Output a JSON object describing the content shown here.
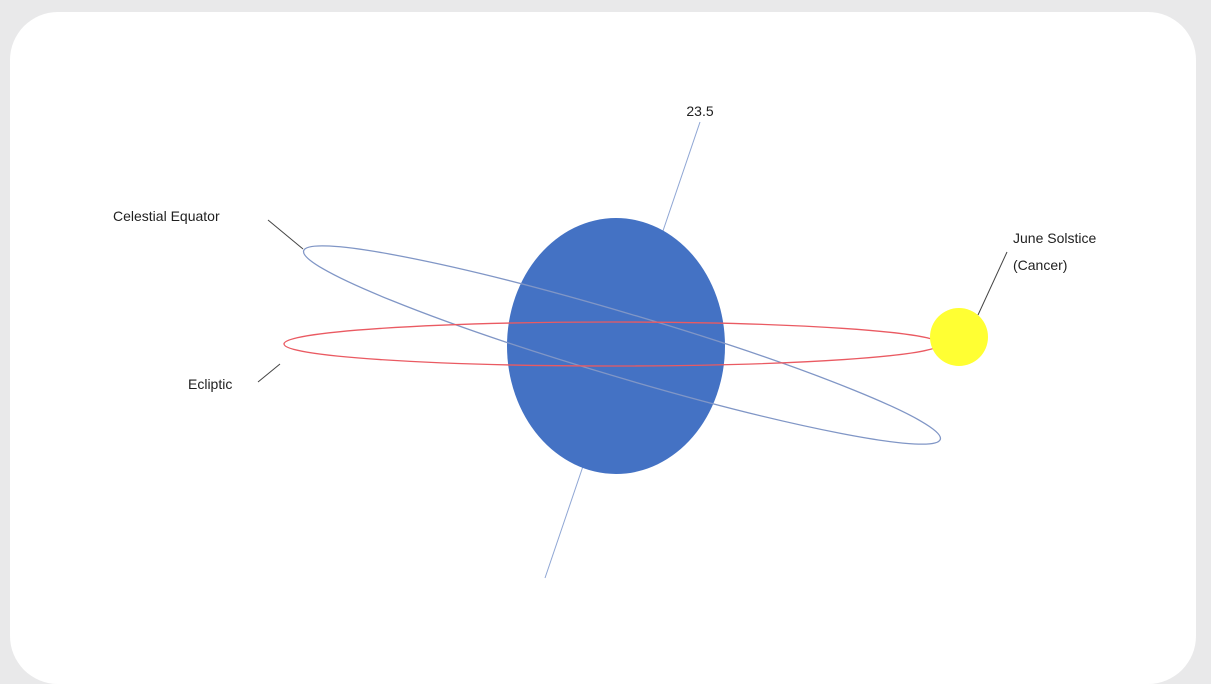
{
  "diagram": {
    "labels": {
      "axis_angle": "23.5",
      "celestial_equator": "Celestial Equator",
      "ecliptic": "Ecliptic",
      "solstice_line1": "June Solstice",
      "solstice_line2": "(Cancer)"
    },
    "colors": {
      "earth": "#4472c4",
      "equator": "#8096c6",
      "ecliptic": "#ea5a62",
      "sun": "#ffff33",
      "axis": "#8fa6d4",
      "leader": "#444444",
      "background": "#e9e9ea",
      "card": "#ffffff"
    }
  }
}
